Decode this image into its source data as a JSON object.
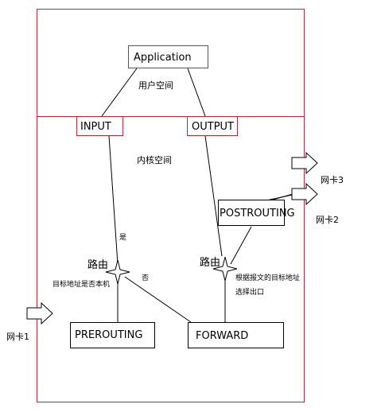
{
  "nodes": {
    "application": "Application",
    "input": "INPUT",
    "output": "OUTPUT",
    "postrouting": "POSTROUTING",
    "prerouting": "PREROUTING",
    "forward": "FORWARD"
  },
  "labels": {
    "user_space": "用户空间",
    "kernel_space": "内核空间",
    "routing_left": "路由",
    "routing_right": "路由",
    "is_local_question": "目标地址是否本机",
    "yes": "是",
    "no": "否",
    "route_by_dest": "根据报文的目标地址",
    "select_exit": "选择出口"
  },
  "interfaces": {
    "nic1": "网卡1",
    "nic2": "网卡2",
    "nic3": "网卡3"
  },
  "colors": {
    "boundary": "#c0283a",
    "line": "#000000"
  }
}
